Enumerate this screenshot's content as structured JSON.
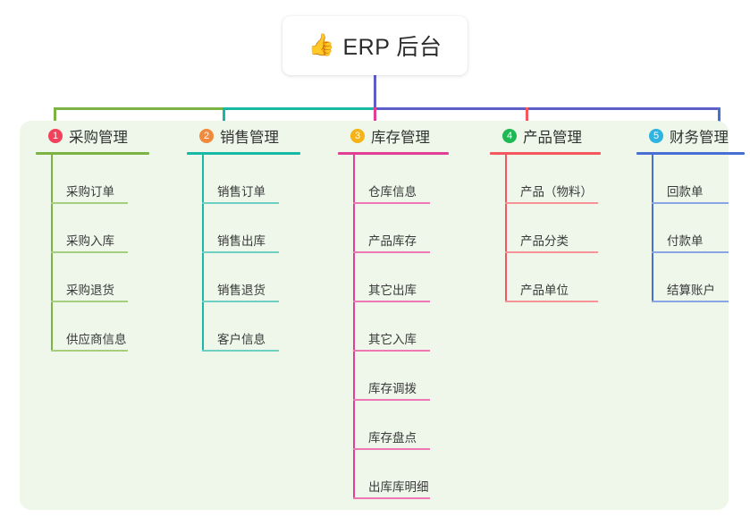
{
  "root": {
    "icon": "thumbs-up-icon",
    "emoji": "👍",
    "title": "ERP 后台",
    "stem_color": "#5b5fc7"
  },
  "palette": {
    "panel_background": "#eef7ea",
    "page_background": "#ffffff",
    "text": "#333333"
  },
  "connector_bar": {
    "segments": [
      {
        "name": "green-segment",
        "color": "#7cb342"
      },
      {
        "name": "teal-segment",
        "color": "#18b9a4"
      },
      {
        "name": "indigo-segment",
        "color": "#5b5fc7"
      }
    ]
  },
  "columns": [
    {
      "index": "1",
      "title": "采购管理",
      "badge_color": "#f2415a",
      "line_color": "#7cb342",
      "leaf_line_color": "#a5cf7e",
      "items": [
        {
          "label": "采购订单"
        },
        {
          "label": "采购入库"
        },
        {
          "label": "采购退货"
        },
        {
          "label": "供应商信息"
        }
      ]
    },
    {
      "index": "2",
      "title": "销售管理",
      "badge_color": "#f08a3c",
      "line_color": "#18b9a4",
      "leaf_line_color": "#6ecfc3",
      "items": [
        {
          "label": "销售订单"
        },
        {
          "label": "销售出库"
        },
        {
          "label": "销售退货"
        },
        {
          "label": "客户信息"
        }
      ]
    },
    {
      "index": "3",
      "title": "库存管理",
      "badge_color": "#f5b316",
      "line_color": "#e13f95",
      "leaf_line_color": "#ef77b4",
      "items": [
        {
          "label": "仓库信息"
        },
        {
          "label": "产品库存"
        },
        {
          "label": "其它出库"
        },
        {
          "label": "其它入库"
        },
        {
          "label": "库存调拨"
        },
        {
          "label": "库存盘点"
        },
        {
          "label": "出库库明细"
        }
      ]
    },
    {
      "index": "4",
      "title": "产品管理",
      "badge_color": "#1eb955",
      "line_color": "#f4585e",
      "leaf_line_color": "#f79396",
      "items": [
        {
          "label": "产品（物料）"
        },
        {
          "label": "产品分类"
        },
        {
          "label": "产品单位"
        }
      ]
    },
    {
      "index": "5",
      "title": "财务管理",
      "badge_color": "#2fb3e0",
      "line_color": "#4a6fd4",
      "leaf_line_color": "#8ba4e3",
      "items": [
        {
          "label": "回款单"
        },
        {
          "label": "付款单"
        },
        {
          "label": "结算账户"
        }
      ]
    }
  ]
}
